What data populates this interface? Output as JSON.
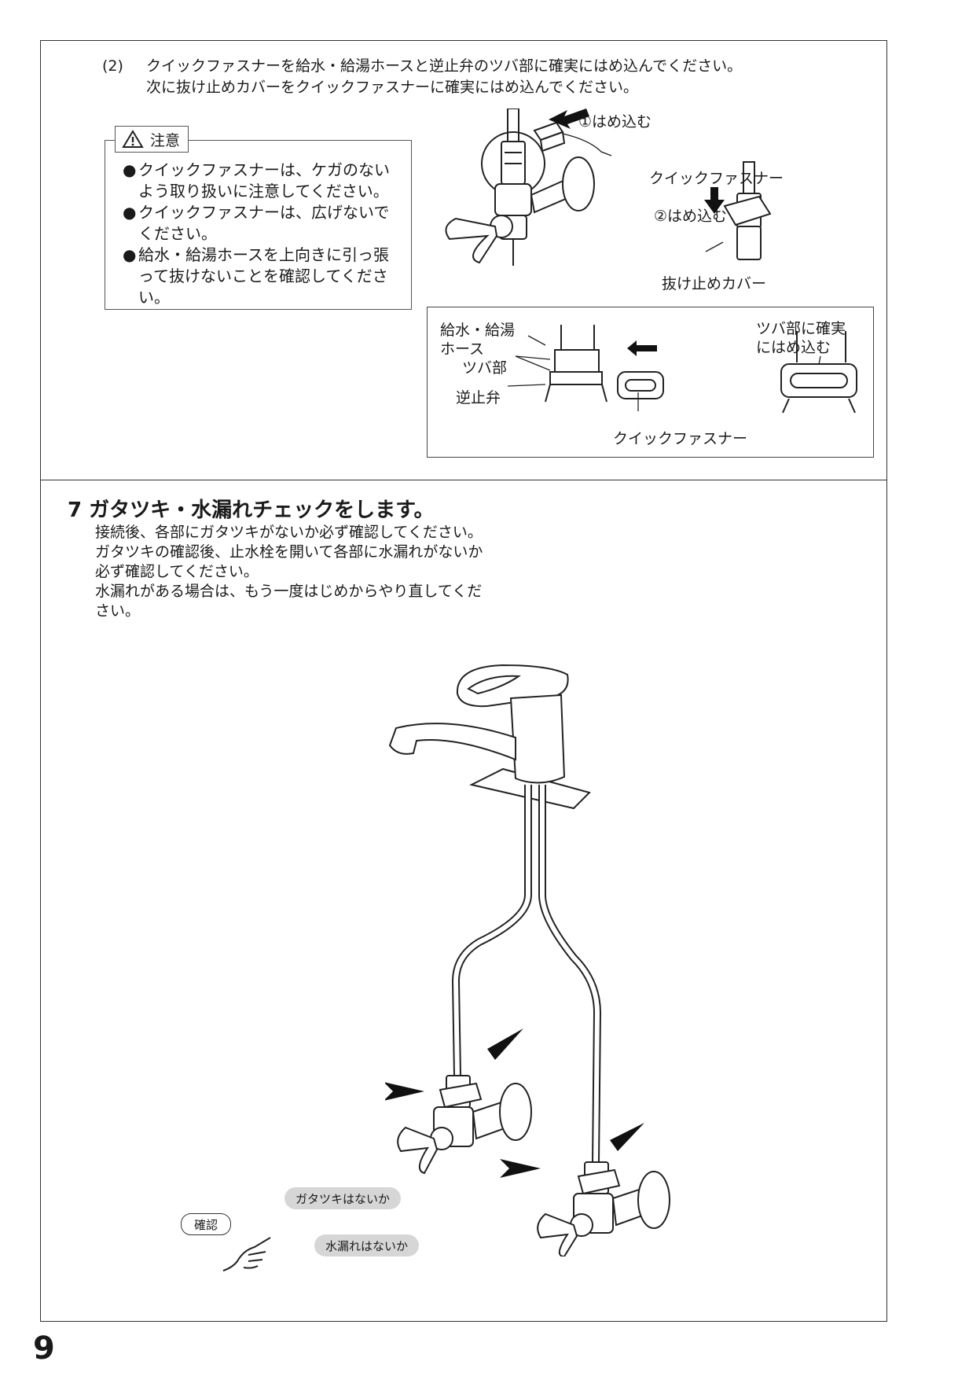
{
  "step2": {
    "num": "(2)",
    "line1": "クイックファスナーを給水・給湯ホースと逆止弁のツバ部に確実にはめ込んでください。",
    "line2": "次に抜け止めカバーをクイックファスナーに確実にはめ込んでください。"
  },
  "caution": {
    "title": "注意",
    "items": [
      "クイックファスナーは、ケガのないよう取り扱いに注意してください。",
      "クイックファスナーは、広げないでください。",
      "給水・給湯ホースを上向きに引っ張って抜けないことを確認してください。"
    ]
  },
  "top_figure": {
    "insert1": "①はめ込む",
    "quick_fastener": "クイックファスナー",
    "insert2": "②はめ込む",
    "cover": "抜け止めカバー"
  },
  "detail_figure": {
    "hose_line1": "給水・給湯",
    "hose_line2": "ホース",
    "flange": "ツバ部",
    "check_valve": "逆止弁",
    "quick_fastener": "クイックファスナー",
    "insert_line1": "ツバ部に確実",
    "insert_line2": "にはめ込む"
  },
  "step7": {
    "title": "7 ガタツキ・水漏れチェックをします。",
    "body": [
      "接続後、各部にガタツキがないか必ず確認してください。",
      "ガタツキの確認後、止水栓を開いて各部に水漏れがないか",
      "必ず確認してください。",
      "水漏れがある場合は、もう一度はじめからやり直してくだ",
      "さい。"
    ]
  },
  "check": {
    "badge": "確認",
    "q1": "ガタツキはないか",
    "q2": "水漏れはないか"
  },
  "page_number": "9"
}
